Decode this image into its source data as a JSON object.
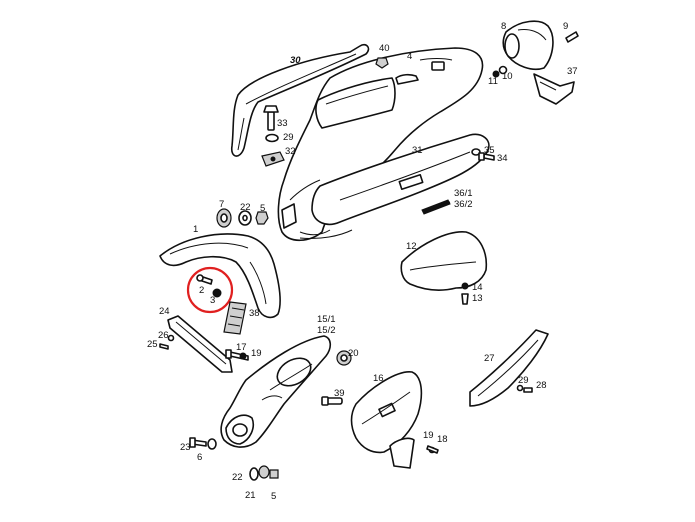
{
  "colors": {
    "line": "#111111",
    "highlight": "#e02020",
    "background": "#ffffff"
  },
  "labels": {
    "p1": "1",
    "p2a": "2",
    "p3": "3",
    "p4": "4",
    "p5a": "5",
    "p5b": "5",
    "p6": "6",
    "p7": "7",
    "p8": "8",
    "p9": "9",
    "p10": "10",
    "p11": "11",
    "p12": "12",
    "p13": "13",
    "p14": "14",
    "p15_1": "15/1",
    "p15_2": "15/2",
    "p16": "16",
    "p17": "17",
    "p18": "18",
    "p19a": "19",
    "p19b": "19",
    "p20": "20",
    "p21": "21",
    "p22a": "22",
    "p22b": "22",
    "p23": "23",
    "p24": "24",
    "p25": "25",
    "p26": "26",
    "p27": "27",
    "p28": "28",
    "p29a": "29",
    "p29b": "29",
    "p30": "30",
    "p31": "31",
    "p32": "32",
    "p33": "33",
    "p34": "34",
    "p35": "35",
    "p36_1": "36/1",
    "p36_2": "36/2",
    "p37": "37",
    "p38": "38",
    "p39": "39",
    "p40": "40"
  }
}
